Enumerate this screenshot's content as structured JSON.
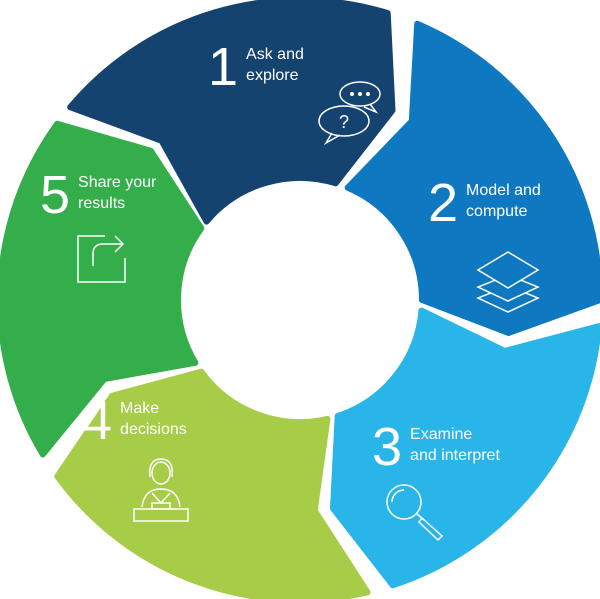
{
  "steps": [
    {
      "number": "1",
      "line1": "Ask and",
      "line2": "explore",
      "color": "#14436f",
      "icon": "speech-bubbles-icon"
    },
    {
      "number": "2",
      "line1": "Model and",
      "line2": "compute",
      "color": "#0e79c0",
      "icon": "layers-icon"
    },
    {
      "number": "3",
      "line1": "Examine",
      "line2": "and interpret",
      "color": "#29b5e8",
      "icon": "magnifier-icon"
    },
    {
      "number": "4",
      "line1": "Make",
      "line2": "decisions",
      "color": "#a6cc48",
      "icon": "person-at-desk-icon"
    },
    {
      "number": "5",
      "line1": "Share your",
      "line2": "results",
      "color": "#34ae4a",
      "icon": "share-arrow-icon"
    }
  ]
}
